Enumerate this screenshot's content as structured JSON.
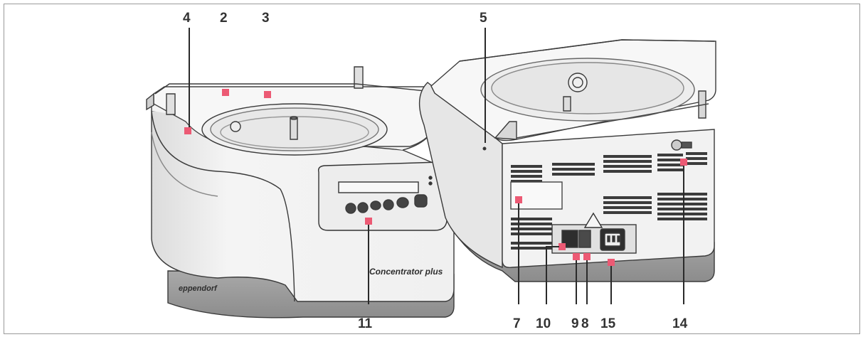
{
  "figure": {
    "callouts": [
      {
        "id": "c4",
        "label": "4"
      },
      {
        "id": "c2",
        "label": "2"
      },
      {
        "id": "c3",
        "label": "3"
      },
      {
        "id": "c5",
        "label": "5"
      },
      {
        "id": "c11",
        "label": "11"
      },
      {
        "id": "c7",
        "label": "7"
      },
      {
        "id": "c10",
        "label": "10"
      },
      {
        "id": "c9",
        "label": "9"
      },
      {
        "id": "c8",
        "label": "8"
      },
      {
        "id": "c15",
        "label": "15"
      },
      {
        "id": "c14",
        "label": "14"
      }
    ],
    "device_brand": "eppendorf",
    "device_model": "Concentrator plus",
    "marker_color": "#ec5a74"
  }
}
